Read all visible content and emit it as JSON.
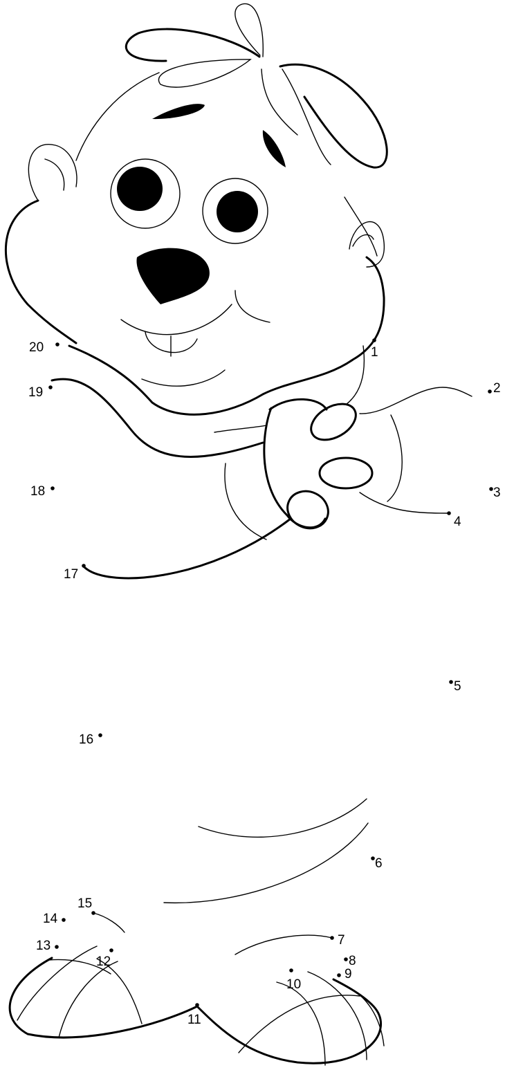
{
  "title": "Connect the dots character",
  "colors": {
    "ink": "#000000",
    "paper": "#ffffff"
  },
  "dots": [
    {
      "label": "1"
    },
    {
      "label": "2"
    },
    {
      "label": "3"
    },
    {
      "label": "4"
    },
    {
      "label": "5"
    },
    {
      "label": "6"
    },
    {
      "label": "7"
    },
    {
      "label": "8"
    },
    {
      "label": "9"
    },
    {
      "label": "10"
    },
    {
      "label": "11"
    },
    {
      "label": "12"
    },
    {
      "label": "13"
    },
    {
      "label": "14"
    },
    {
      "label": "15"
    },
    {
      "label": "16"
    },
    {
      "label": "17"
    },
    {
      "label": "18"
    },
    {
      "label": "19"
    },
    {
      "label": "20"
    }
  ]
}
